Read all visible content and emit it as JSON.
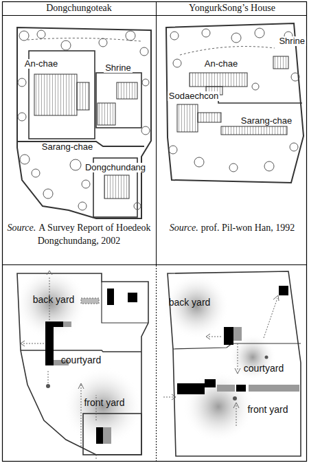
{
  "diagram": {
    "labels": [
      "Dongchungoteak",
      "YongurkSong’s House",
      "An-chae",
      "Shrine",
      "Sarang-chae",
      "Dongchundang",
      "Source.",
      "A Survey Report of Hoedeok Dongchundang, 2002",
      "Shrine",
      "An-chae",
      "Sodaechcon",
      "Sarang-chae",
      "Source.",
      "prof. Pil-won Han, 1992",
      "back yard",
      "courtyard",
      "front yard",
      "back yard",
      "courtyard",
      "front yard"
    ]
  }
}
